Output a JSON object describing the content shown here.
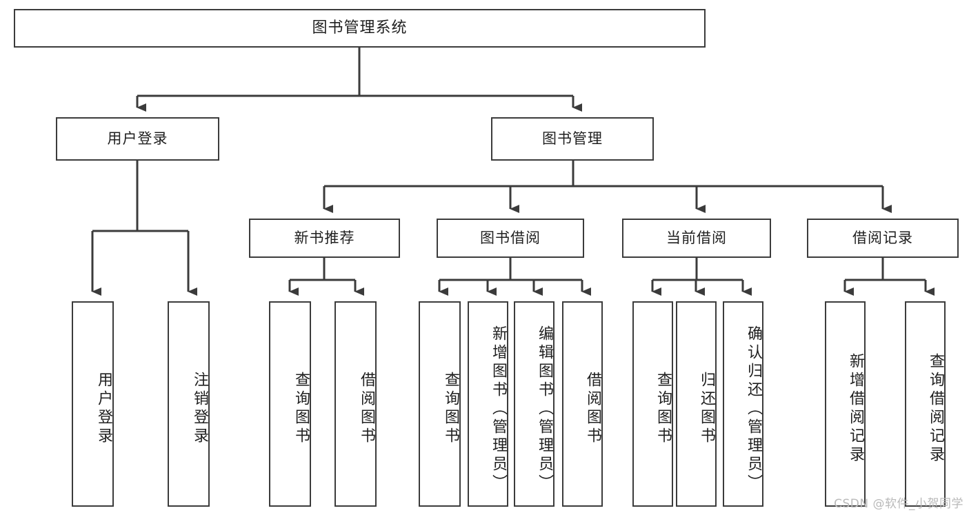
{
  "diagram": {
    "title": "图书管理系统",
    "type": "hierarchy-tree",
    "watermark": "CSDN @软件_小贺同学",
    "colors": {
      "box_border": "#3b3b3b",
      "box_fill": "#ffffff",
      "connector": "#3b3b3b",
      "text": "#1f1f1f",
      "watermark": "#b9b9b9",
      "background": "#ffffff"
    },
    "levels": {
      "level1": [
        {
          "id": "root",
          "label": "图书管理系统"
        }
      ],
      "level2": [
        {
          "id": "user-login",
          "label": "用户登录"
        },
        {
          "id": "book-manage",
          "label": "图书管理"
        }
      ],
      "level3": [
        {
          "id": "new-book-rec",
          "label": "新书推荐"
        },
        {
          "id": "book-borrow",
          "label": "图书借阅"
        },
        {
          "id": "current-borrow",
          "label": "当前借阅"
        },
        {
          "id": "borrow-record",
          "label": "借阅记录"
        }
      ],
      "leaves": {
        "user-login": [
          {
            "id": "leaf-user-login",
            "label": "用户登录"
          },
          {
            "id": "leaf-logout",
            "label": "注销登录"
          }
        ],
        "new-book-rec": [
          {
            "id": "leaf-query-book-1",
            "label": "查询图书"
          },
          {
            "id": "leaf-borrow-book-1",
            "label": "借阅图书"
          }
        ],
        "book-borrow": [
          {
            "id": "leaf-query-book-2",
            "label": "查询图书"
          },
          {
            "id": "leaf-add-book",
            "label": "新增图书（管理员）"
          },
          {
            "id": "leaf-edit-book",
            "label": "编辑图书（管理员）"
          },
          {
            "id": "leaf-borrow-book-2",
            "label": "借阅图书"
          }
        ],
        "current-borrow": [
          {
            "id": "leaf-query-book-3",
            "label": "查询图书"
          },
          {
            "id": "leaf-return-book",
            "label": "归还图书"
          },
          {
            "id": "leaf-confirm-return",
            "label": "确认归还（管理员）"
          }
        ],
        "borrow-record": [
          {
            "id": "leaf-add-record",
            "label": "新增借阅记录"
          },
          {
            "id": "leaf-query-record",
            "label": "查询借阅记录"
          }
        ]
      }
    }
  }
}
